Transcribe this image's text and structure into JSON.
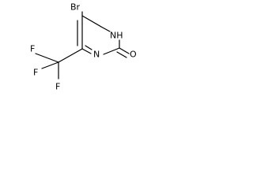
{
  "molecule": {
    "atoms": {
      "bromine": "Br",
      "nh": "NH",
      "n3": "N",
      "oxygen": "O",
      "fluorine_top": "F",
      "fluorine_left": "F",
      "fluorine_bottom": "F"
    },
    "line_color": "#000000",
    "background_color": "#ffffff"
  }
}
